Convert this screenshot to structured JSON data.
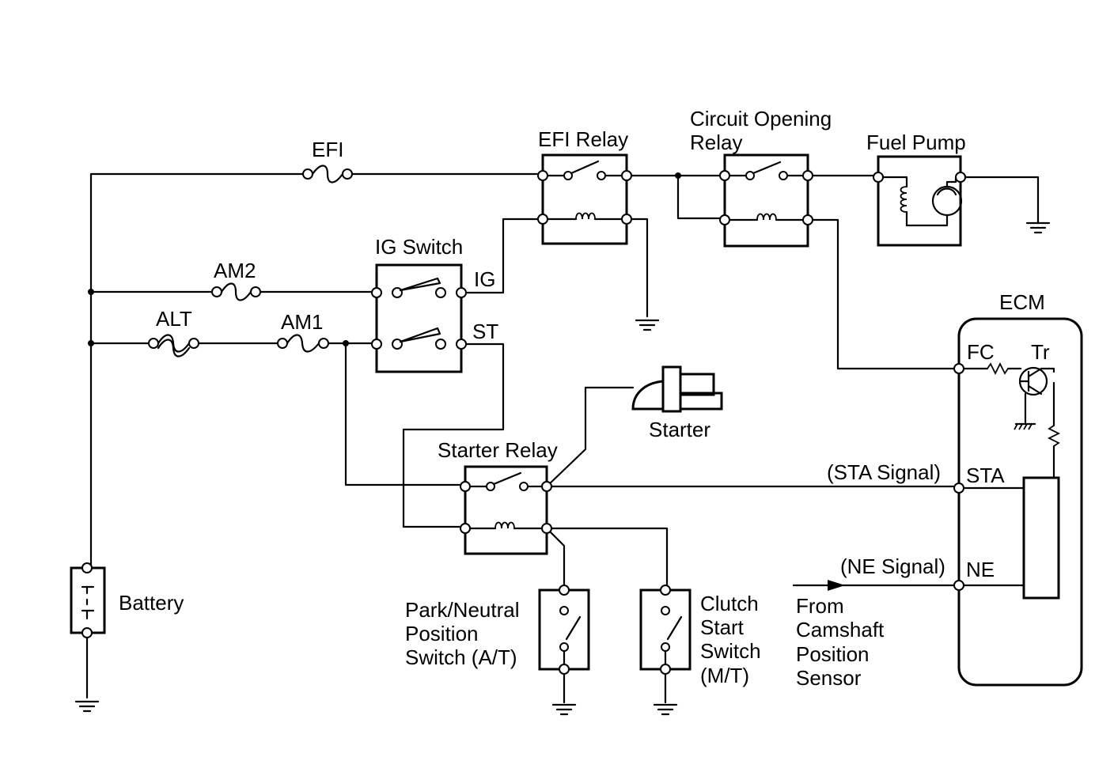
{
  "labels": {
    "efi_fuse": "EFI",
    "efi_relay": "EFI Relay",
    "circuit_opening_relay_1": "Circuit Opening",
    "circuit_opening_relay_2": "Relay",
    "fuel_pump": "Fuel Pump",
    "ig_switch": "IG Switch",
    "ig_terminal": "IG",
    "st_terminal": "ST",
    "am2_fuse": "AM2",
    "am1_fuse": "AM1",
    "alt_fuse": "ALT",
    "ecm": "ECM",
    "fc": "FC",
    "tr": "Tr",
    "starter": "Starter",
    "starter_relay": "Starter Relay",
    "sta_signal": "(STA Signal)",
    "sta": "STA",
    "ne_signal": "(NE Signal)",
    "ne": "NE",
    "battery": "Battery",
    "park_neutral_1": "Park/Neutral",
    "park_neutral_2": "Position",
    "park_neutral_3": "Switch (A/T)",
    "clutch_1": "Clutch",
    "clutch_2": "Start",
    "clutch_3": "Switch",
    "clutch_4": "(M/T)",
    "camshaft_1": "From",
    "camshaft_2": "Camshaft",
    "camshaft_3": "Position",
    "camshaft_4": "Sensor"
  }
}
